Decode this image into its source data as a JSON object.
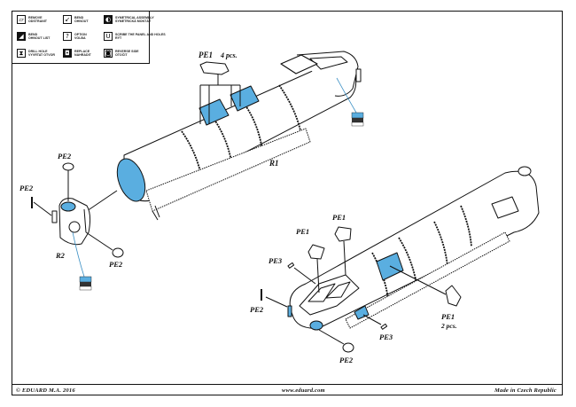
{
  "legend": {
    "items": [
      {
        "icon": "remove-icon",
        "glyph": "▱",
        "line1": "Remove",
        "line2": "Odstranit"
      },
      {
        "icon": "bend-icon",
        "glyph": "↙",
        "line1": "Bend",
        "line2": "Ohnout"
      },
      {
        "icon": "symmetrical-assembly-icon",
        "glyph": "◐",
        "line1": "Symetrical assembly",
        "line2": "Symetrická montáž"
      },
      {
        "icon": "bend-list-icon",
        "glyph": "◢",
        "line1": "Bend",
        "line2": "Ohnout list"
      },
      {
        "icon": "option-icon",
        "glyph": "?",
        "line1": "Option",
        "line2": "Volba"
      },
      {
        "icon": "scribe-icon",
        "glyph": "U",
        "line1": "Scribe the panel and holes",
        "line2": "Rýt"
      },
      {
        "icon": "drill-hole-icon",
        "glyph": "⧗",
        "line1": "Drill hole",
        "line2": "Vyvrtat otvor"
      },
      {
        "icon": "replace-icon",
        "glyph": "◘",
        "line1": "Replace",
        "line2": "Nahradit"
      },
      {
        "icon": "reverse-side-icon",
        "glyph": "◙",
        "line1": "Reverse side",
        "line2": "Otočit"
      }
    ]
  },
  "parts": {
    "pe1_top": "PE1",
    "pe1_top_qty": "4 pcs.",
    "r1": "R1",
    "pe2_top": "PE2",
    "pe2_left": "PE2",
    "r2": "R2",
    "pe2_bottom_left": "PE2",
    "pe1_a": "PE1",
    "pe1_b": "PE1",
    "pe3_a": "PE3",
    "pe2_front": "PE2",
    "pe1_right": "PE1",
    "pe1_right_qty": "2 pcs.",
    "pe3_b": "PE3",
    "pe2_bottom": "PE2"
  },
  "colors": {
    "highlight_blue": "#5aaee0",
    "callout_line": "#3a8fc4",
    "ink": "#111111"
  },
  "footer": {
    "copyright": "© EDUARD M.A. 2016",
    "website": "www.eduard.com",
    "origin": "Made in Czech Republic"
  }
}
